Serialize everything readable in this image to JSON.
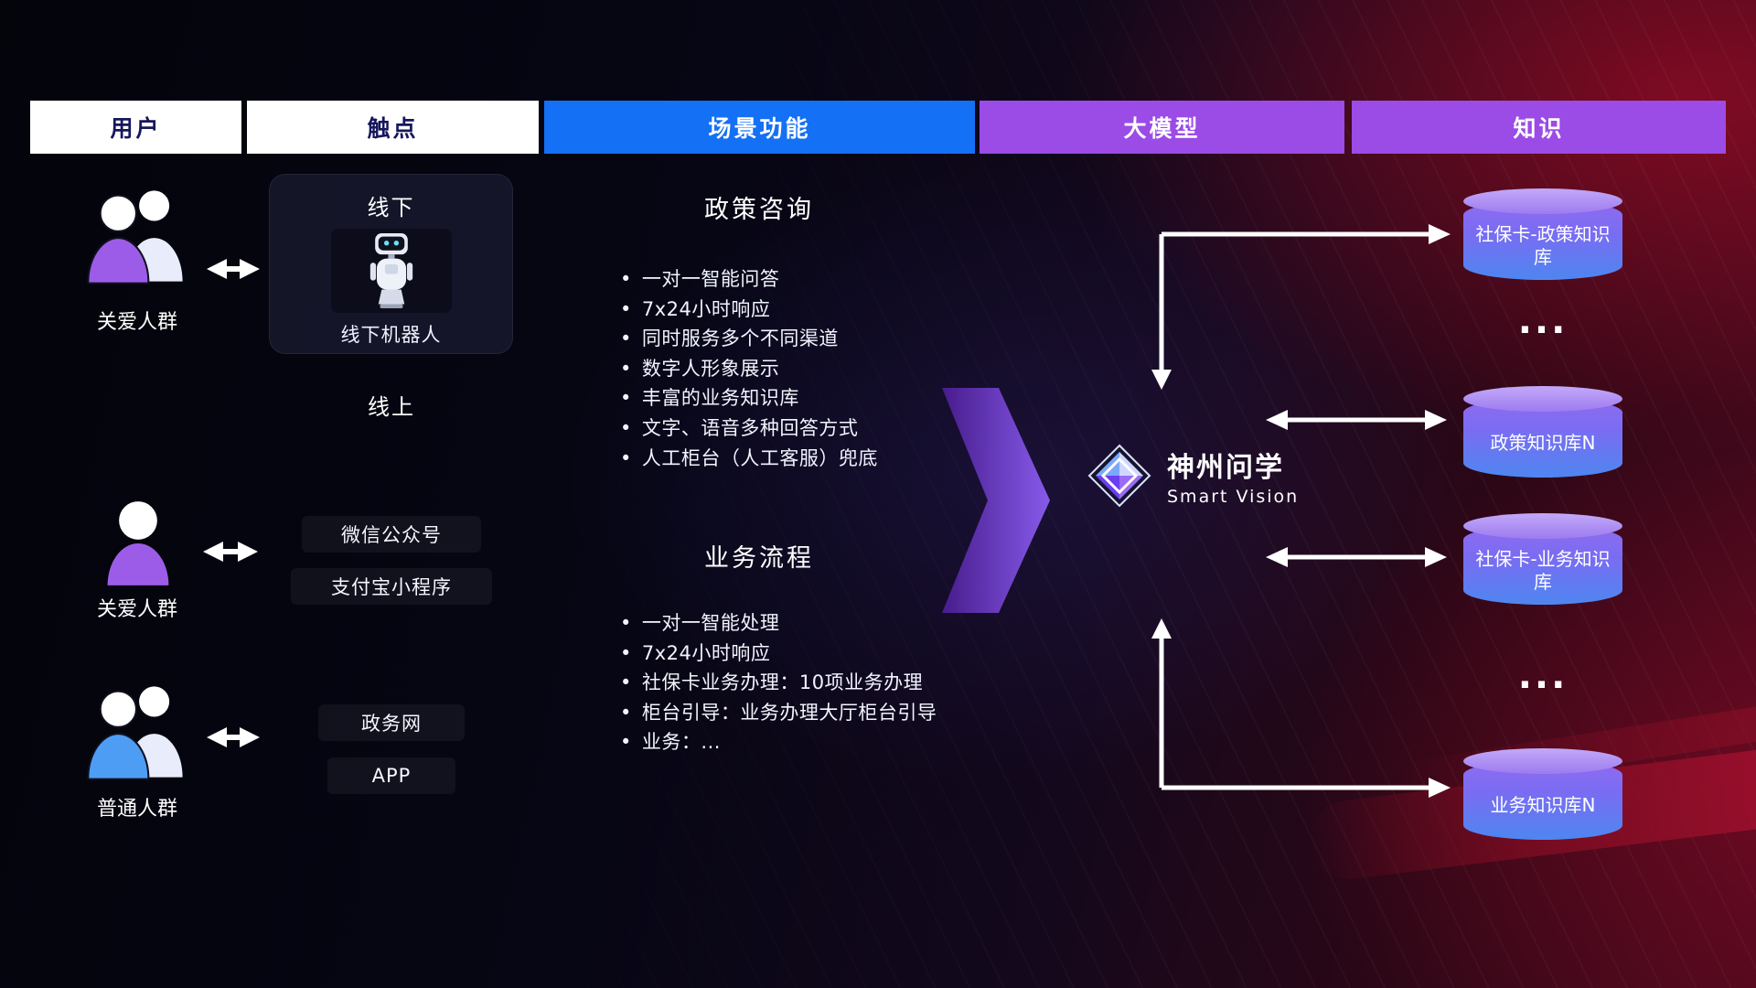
{
  "ui": {
    "bullet": "•"
  },
  "headers": [
    {
      "label": "用户"
    },
    {
      "label": "触点"
    },
    {
      "label": "场景功能"
    },
    {
      "label": "大模型"
    },
    {
      "label": "知识"
    }
  ],
  "users": [
    {
      "label": "关爱人群"
    },
    {
      "label": "关爱人群"
    },
    {
      "label": "普通人群"
    }
  ],
  "touchpoints": {
    "offline": {
      "title": "线下",
      "robot_label": "线下机器人"
    },
    "online_title": "线上",
    "channels": [
      "微信公众号",
      "支付宝小程序",
      "政务网",
      "APP"
    ]
  },
  "scenarios": [
    {
      "title": "政策咨询",
      "items": [
        "一对一智能问答",
        "7x24小时响应",
        "同时服务多个不同渠道",
        "数字人形象展示",
        "丰富的业务知识库",
        "文字、语音多种回答方式",
        "人工柜台（人工客服）兜底"
      ]
    },
    {
      "title": "业务流程",
      "items": [
        "一对一智能处理",
        "7x24小时响应",
        "社保卡业务办理：10项业务办理",
        "柜台引导：业务办理大厅柜台引导",
        "业务：..."
      ]
    }
  ],
  "model": {
    "name": "神州问学",
    "subtitle": "Smart Vision"
  },
  "knowledge": {
    "bases": [
      "社保卡-政策知识库",
      "政策知识库N",
      "社保卡-业务知识库",
      "业务知识库N"
    ],
    "ellipsis": "..."
  },
  "colors": {
    "header_blue": "#1470f5",
    "header_purple": "#9b4be6",
    "user_purple": "#9d5ce8",
    "user_blue": "#4d9df5",
    "cylinder_top": "#b79cf6",
    "cylinder_bottom": "#4e86f0",
    "flow_arrow_purple": "#7c3aed",
    "connector_white": "#ffffff"
  }
}
